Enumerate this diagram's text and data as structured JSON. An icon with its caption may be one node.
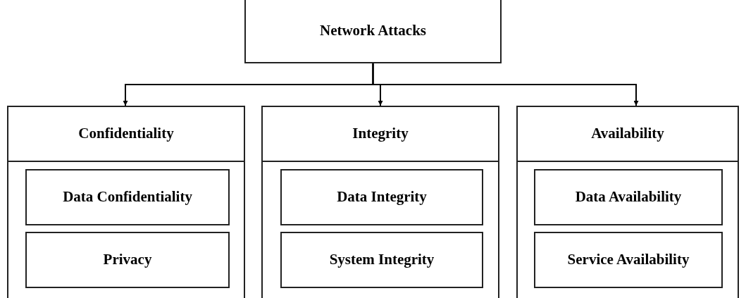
{
  "diagram": {
    "nodes": [
      {
        "text": [
          "Network Attacks"
        ]
      },
      {
        "text": [
          "Confidentiality"
        ]
      },
      {
        "text": [
          "Data Confidentiality"
        ],
        "in": 1
      },
      {
        "text": [
          "Privacy"
        ],
        "in": 1
      },
      {
        "text": [
          "Integrity"
        ]
      },
      {
        "text": [
          "Data Integrity"
        ],
        "in": 4
      },
      {
        "text": [
          "System Integrity"
        ],
        "in": 4
      },
      {
        "text": [
          "Availability"
        ]
      },
      {
        "text": [
          "Data Availability"
        ],
        "in": 7
      },
      {
        "text": [
          "Service Availability"
        ],
        "in": 7
      }
    ],
    "edges": [
      {
        "from": 0,
        "to": 1,
        "arrow": "to"
      },
      {
        "from": 0,
        "to": 4,
        "arrow": "to"
      },
      {
        "from": 0,
        "to": 7,
        "arrow": "to"
      }
    ]
  }
}
